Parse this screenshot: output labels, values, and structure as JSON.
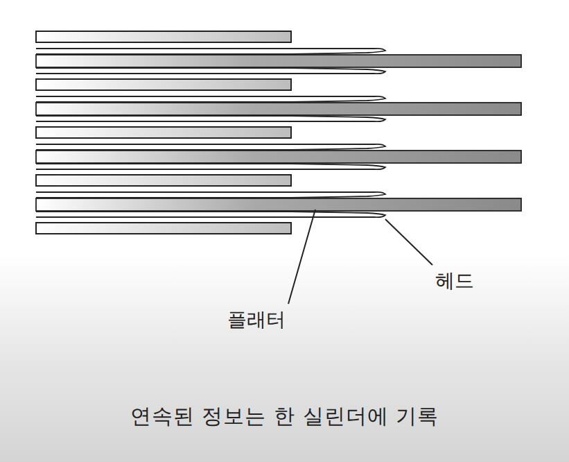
{
  "diagram": {
    "caption": "연속된 정보는 한 실린더에 기록",
    "labels": [
      "헤드",
      "플래터"
    ]
  }
}
